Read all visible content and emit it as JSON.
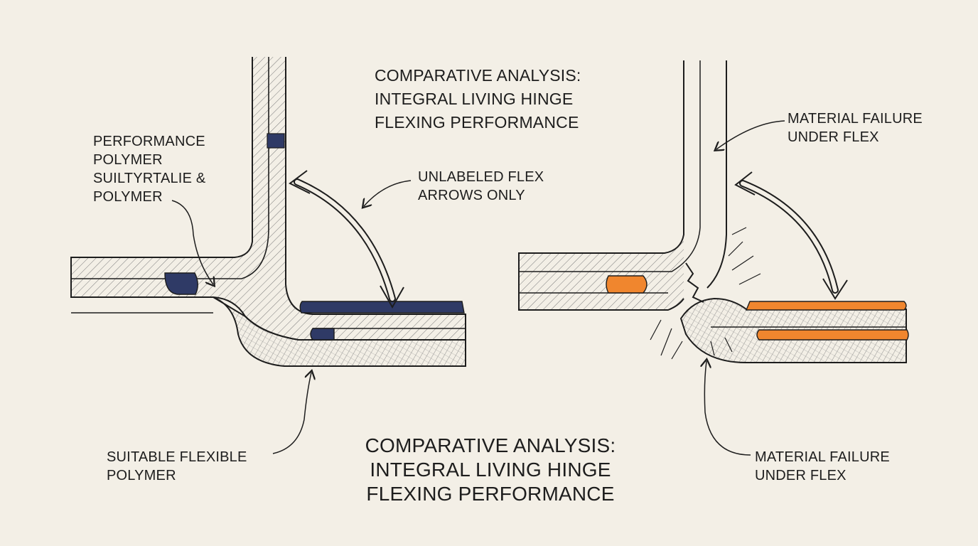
{
  "title_top": [
    "COMPARATIVE ANALYSIS:",
    "INTEGRAL LIVING HINGE",
    "FLEXING PERFORMANCE"
  ],
  "title_bottom": [
    "COMPARATIVE ANALYSIS:",
    "INTEGRAL LIVING HINGE",
    "FLEXING PERFORMANCE"
  ],
  "left_panel": {
    "label_polymer": [
      "PERFORMANCE",
      "POLYMER",
      "SUILTYRTALIE &",
      "POLYMER"
    ],
    "label_flex_arrows": [
      "UNLABELED FLEX",
      "ARROWS ONLY"
    ],
    "label_flexible": [
      "SUITABLE FLEXIBLE",
      "POLYMER"
    ],
    "accent_color": "#2f3a66"
  },
  "right_panel": {
    "label_failure_top": [
      "MATERIAL FAILURE",
      "UNDER FLEX"
    ],
    "label_failure_bottom": [
      "MATERIAL FAILURE",
      "UNDER FLEX"
    ],
    "accent_color": "#f0862e"
  },
  "colors": {
    "background": "#f3efe6",
    "ink": "#1d1d1d",
    "hatch": "#5a5a5a"
  }
}
